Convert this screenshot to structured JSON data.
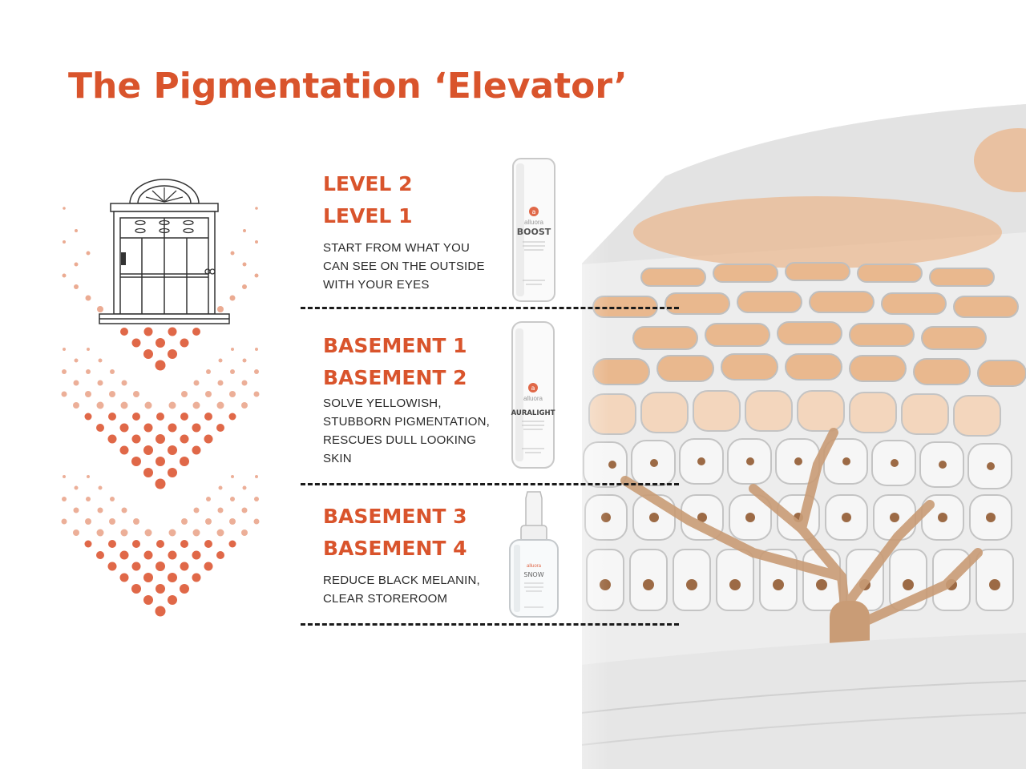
{
  "title": "The Pigmentation ‘Elevator’",
  "accent_color": "#d9542c",
  "sections": [
    {
      "headings": [
        "LEVEL 2",
        "LEVEL 1"
      ],
      "description": "START FROM WHAT YOU CAN SEE ON THE OUTSIDE WITH YOUR EYES",
      "product": {
        "brand": "alluora",
        "name": "BOOST"
      }
    },
    {
      "headings": [
        "BASEMENT 1",
        "BASEMENT 2"
      ],
      "description": "SOLVE YELLOWISH, STUBBORN PIGMENTATION, RESCUES DULL LOOKING SKIN",
      "product": {
        "brand": "alluora",
        "name": "AURALIGHT"
      }
    },
    {
      "headings": [
        "BASEMENT 3",
        "BASEMENT 4"
      ],
      "description": "REDUCE BLACK MELANIN, CLEAR STOREROOM",
      "product": {
        "brand": "alluora",
        "name": "SNOW"
      }
    }
  ]
}
